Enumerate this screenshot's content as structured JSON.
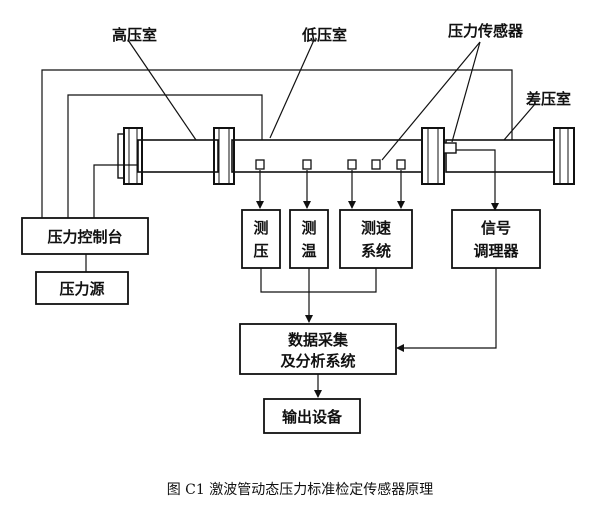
{
  "labels": {
    "high_pressure_chamber": "高压室",
    "low_pressure_chamber": "低压室",
    "pressure_sensor": "压力传感器",
    "diff_pressure_chamber": "差压室"
  },
  "boxes": {
    "pressure_console": "压力控制台",
    "pressure_source": "压力源",
    "measure_pressure": [
      "测",
      "压"
    ],
    "measure_temperature": [
      "测",
      "温"
    ],
    "speed_system": [
      "测速",
      "系统"
    ],
    "signal_conditioner": [
      "信号",
      "调理器"
    ],
    "daq_system": [
      "数据采集",
      "及分析系统"
    ],
    "output_device": "输出设备"
  },
  "caption": "图 C1   激波管动态压力标准检定传感器原理",
  "colors": {
    "ink": "#111111",
    "background": "#ffffff"
  }
}
